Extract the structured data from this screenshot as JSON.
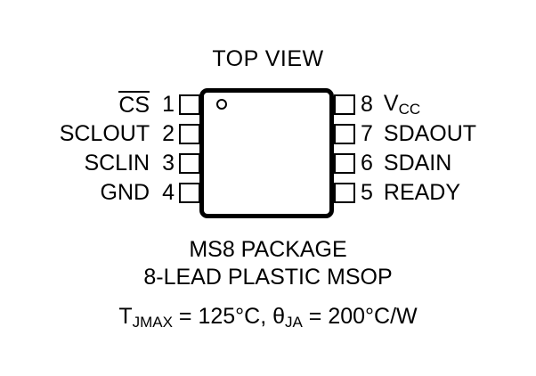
{
  "figure": {
    "title": "TOP VIEW",
    "package_body": {
      "pin1_marker": "pin1-dot"
    },
    "pins": {
      "left": [
        {
          "number": "1",
          "name": "CS",
          "overline": true
        },
        {
          "number": "2",
          "name": "SCLOUT",
          "overline": false
        },
        {
          "number": "3",
          "name": "SCLIN",
          "overline": false
        },
        {
          "number": "4",
          "name": "GND",
          "overline": false
        }
      ],
      "right": [
        {
          "number": "8",
          "name": "V",
          "subscript": "CC"
        },
        {
          "number": "7",
          "name": "SDAOUT",
          "subscript": ""
        },
        {
          "number": "6",
          "name": "SDAIN",
          "subscript": ""
        },
        {
          "number": "5",
          "name": "READY",
          "subscript": ""
        }
      ]
    },
    "caption": {
      "line1": "MS8 PACKAGE",
      "line2": "8-LEAD PLASTIC MSOP",
      "thermal": {
        "tjmax_symbol": "T",
        "tjmax_subscript": "JMAX",
        "tjmax_value": " = 125°C, ",
        "theta_symbol": "θ",
        "theta_subscript": "JA",
        "theta_value": " = 200°C/W"
      }
    }
  },
  "colors": {
    "background": "#ffffff",
    "ink": "#000000"
  }
}
